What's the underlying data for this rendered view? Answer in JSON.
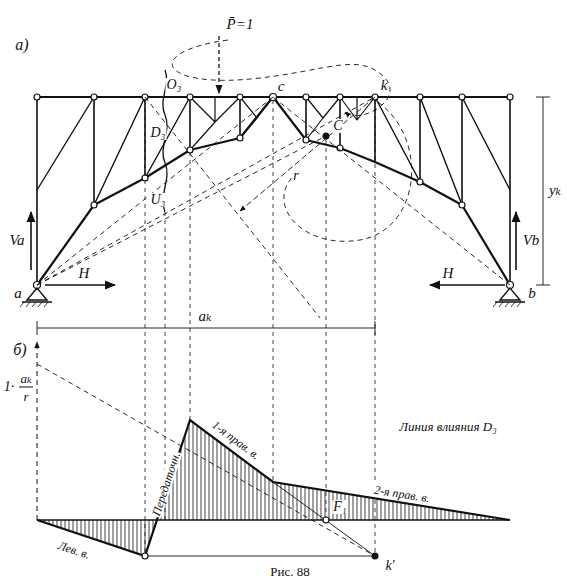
{
  "diagram": {
    "caption": "Рис. 88",
    "labels": [
      "а)",
      "P̄=1",
      "O₃",
      "D₃",
      "U₃",
      "c",
      "k",
      "C",
      "r",
      "Va",
      "Vb",
      "H",
      "H",
      "a",
      "b",
      "aₖ",
      "yₖ",
      "б)",
      "1·",
      "aₖ",
      "r",
      "Линия влияния D₃",
      "Передаточн.",
      "1-я прав. в.",
      "2-я прав. в.",
      "Лев. в.",
      "F₁",
      "k'"
    ]
  }
}
